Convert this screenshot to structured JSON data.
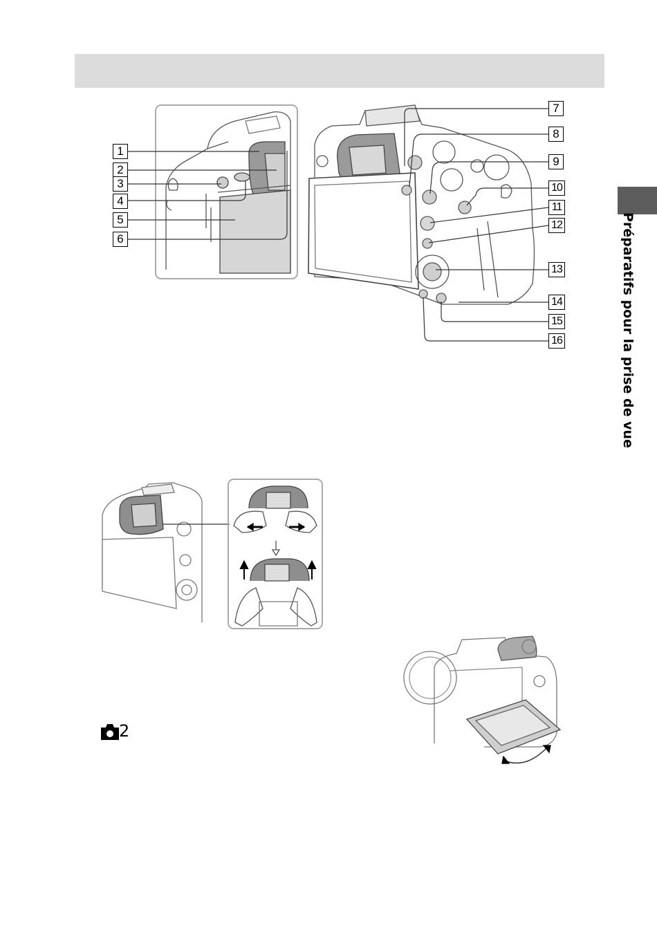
{
  "header": {
    "title": ""
  },
  "side_tab": {
    "label": "Préparatifs pour la prise de vue"
  },
  "figure_parts": {
    "callouts": [
      "1",
      "2",
      "3",
      "4",
      "5",
      "6",
      "7",
      "8",
      "9",
      "10",
      "11",
      "12",
      "13",
      "14",
      "15",
      "16"
    ]
  },
  "section_marker": {
    "icon": "camera-icon",
    "number": "2"
  },
  "colors": {
    "header_band": "#dcdcdc",
    "side_tab": "#5d5d5d",
    "line_art": "#555555"
  }
}
